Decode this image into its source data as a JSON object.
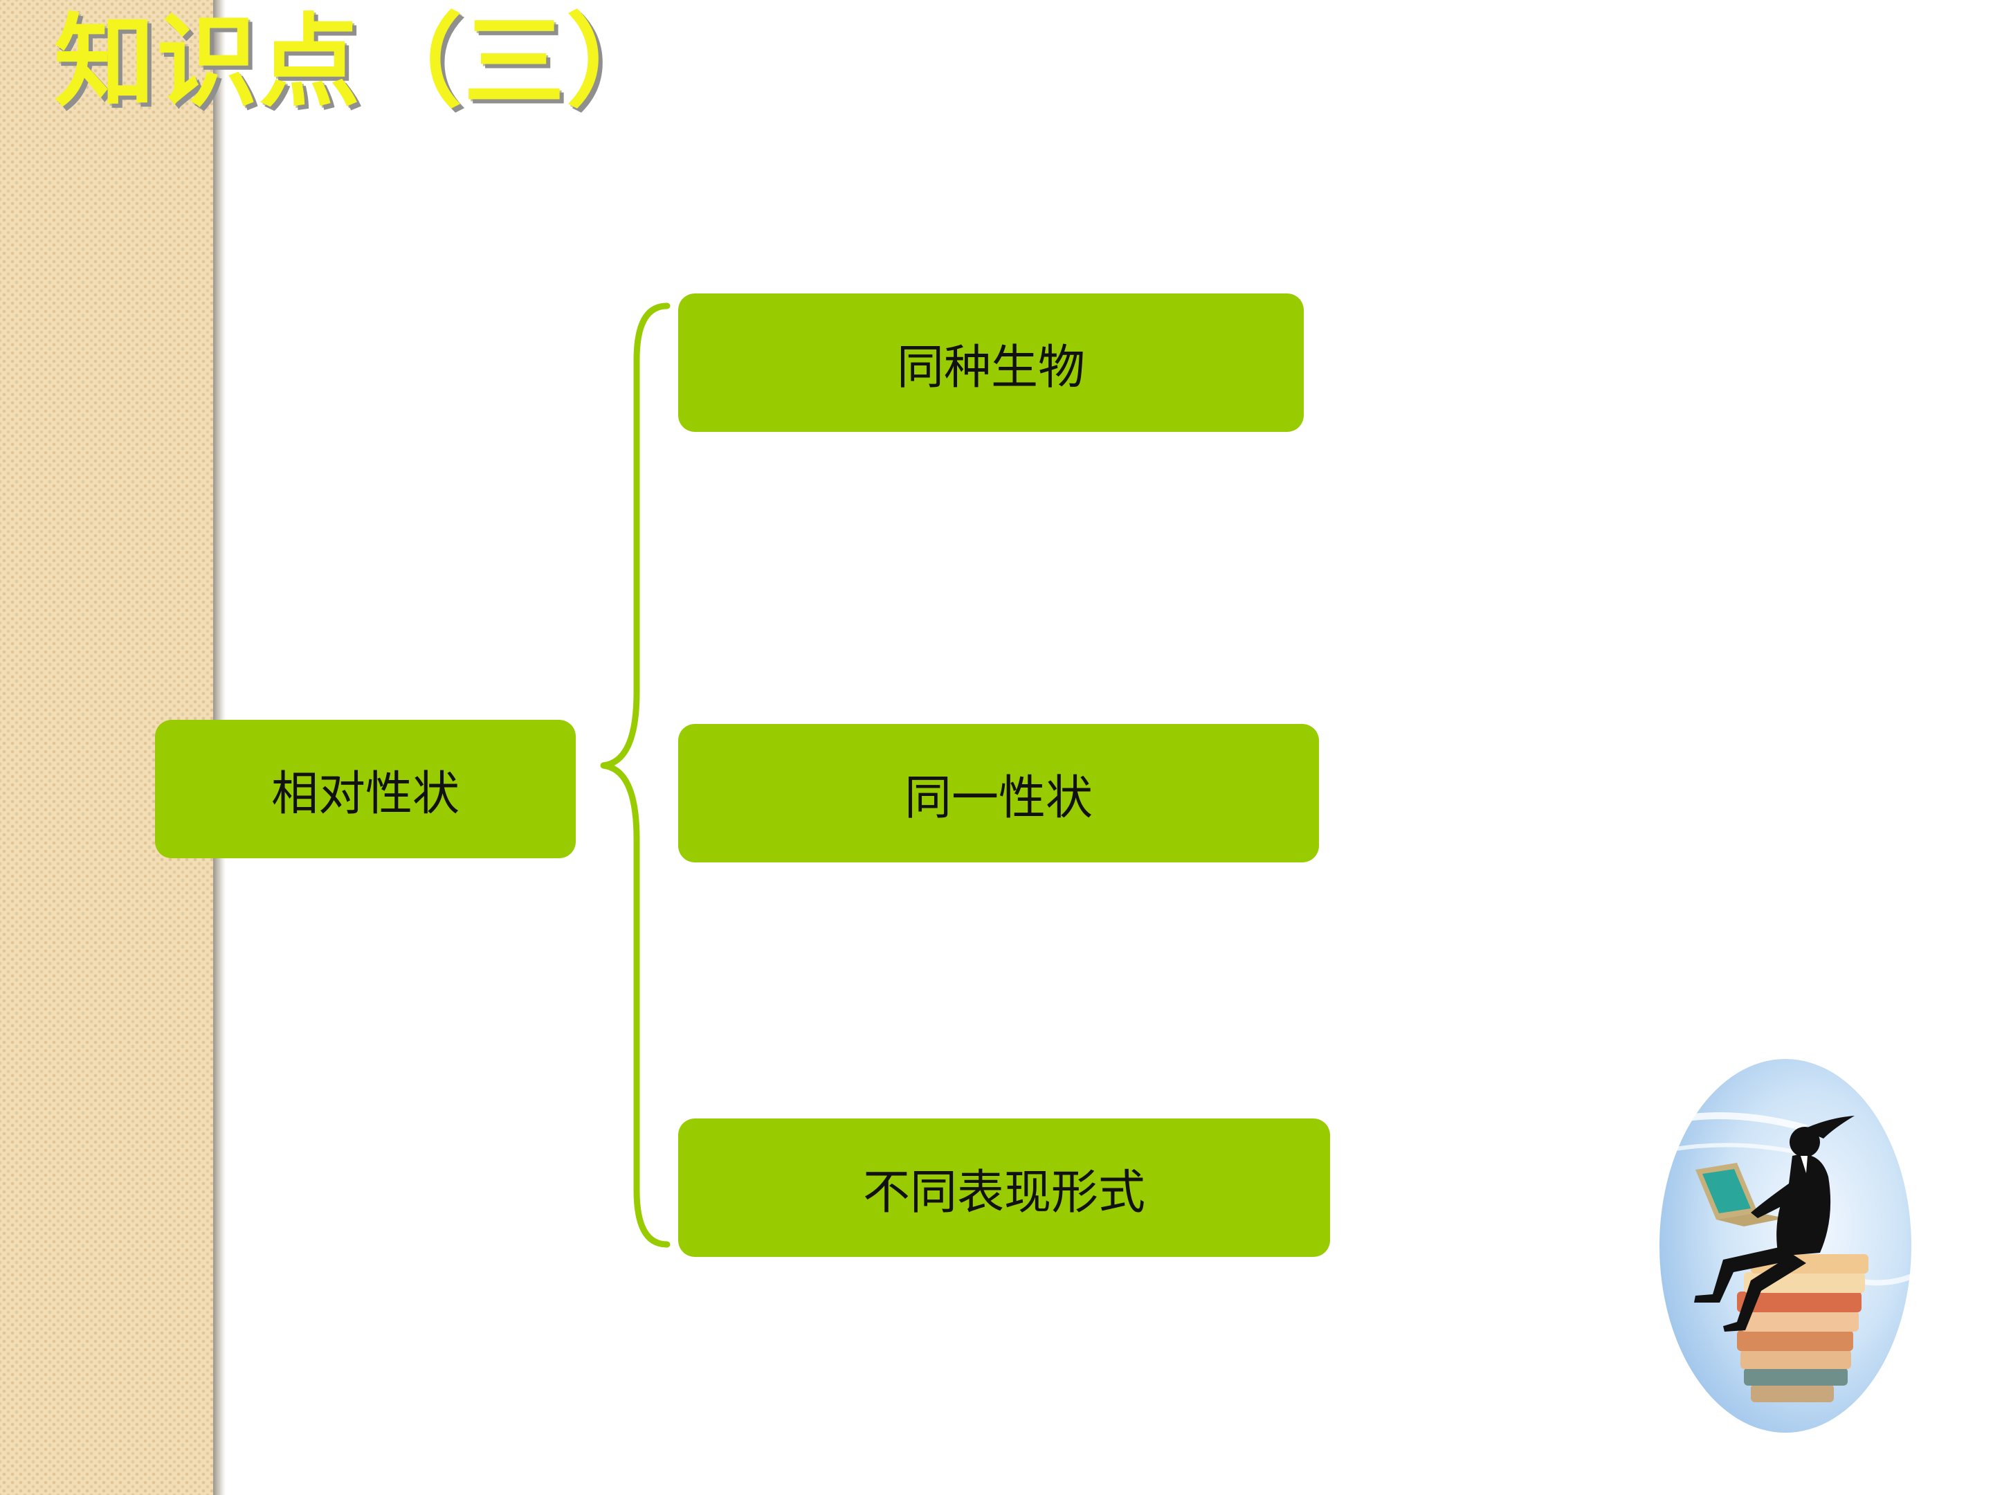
{
  "slide": {
    "title": "知识点（三）"
  },
  "diagram": {
    "root": {
      "label": "相对性状"
    },
    "branches": [
      {
        "label": "同种生物"
      },
      {
        "label": "同一性状"
      },
      {
        "label": "不同表现形式"
      }
    ]
  },
  "colors": {
    "node_fill": "#99cc00",
    "title_text": "#f4f41e",
    "side_strip": "#f3ddb4"
  },
  "icons": {
    "clipart": "woman-with-laptop-on-books-icon"
  }
}
